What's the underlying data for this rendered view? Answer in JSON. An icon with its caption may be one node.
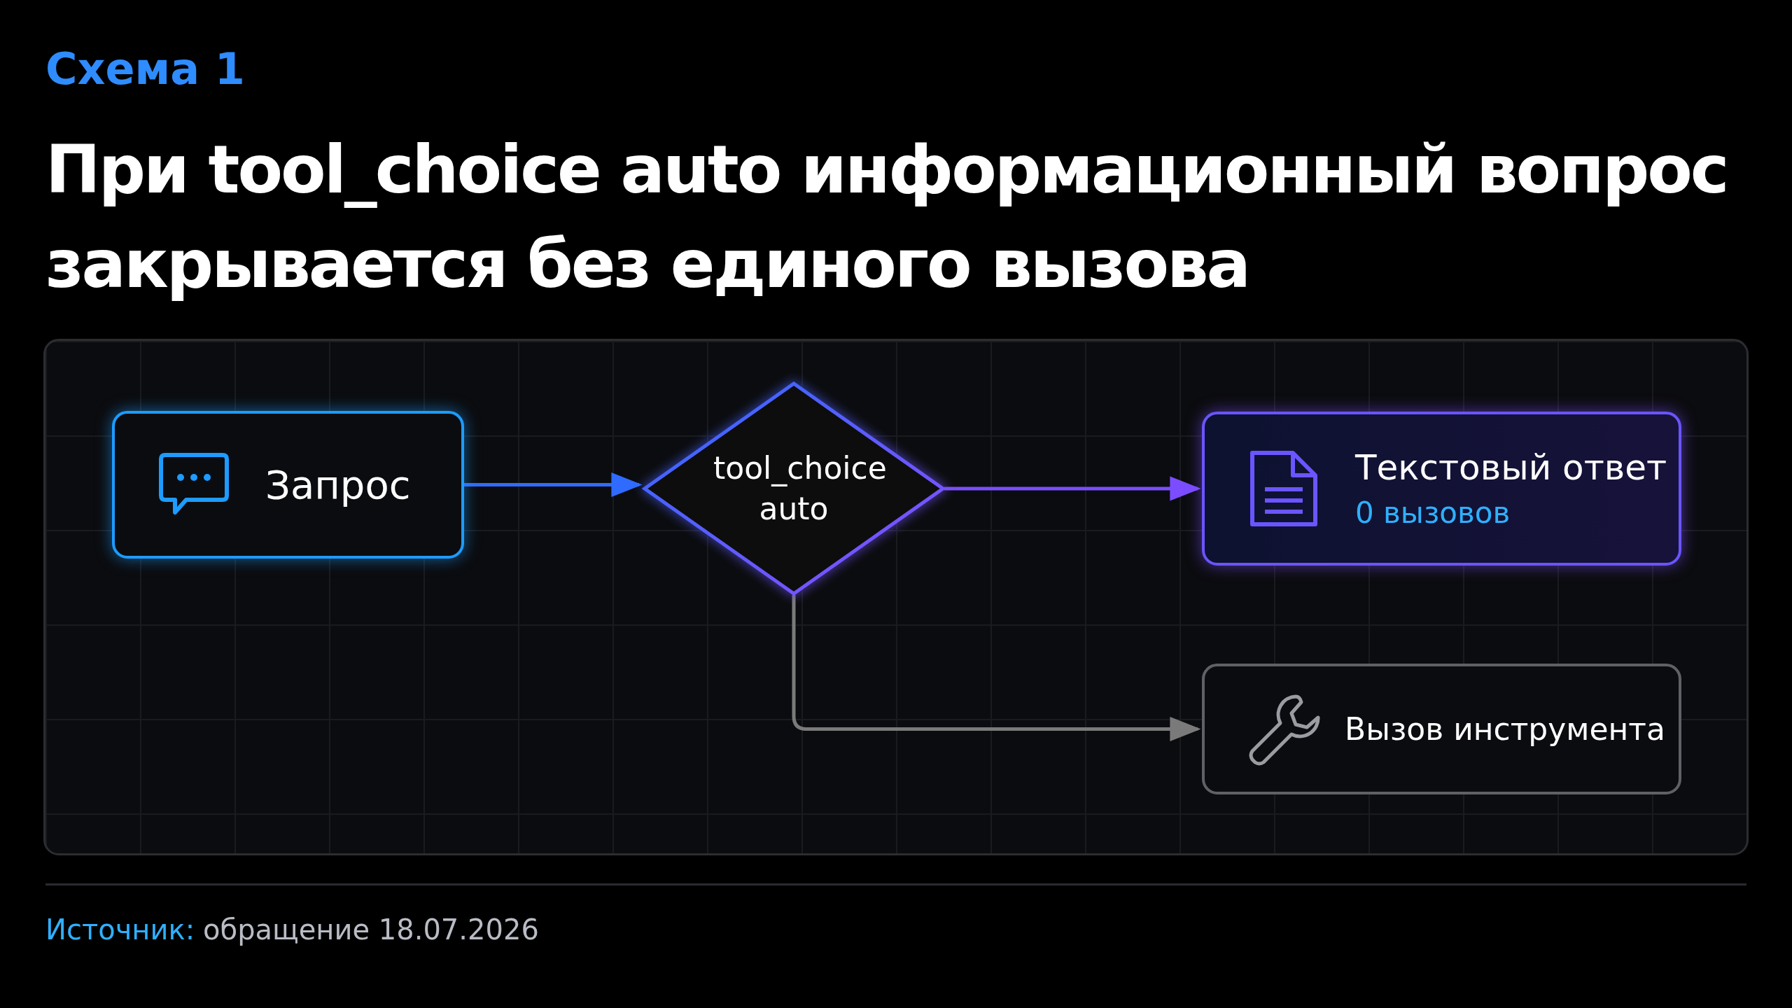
{
  "diagram": {
    "title": "При tool_choice auto информационный вопрос закрывается без единого вызова",
    "nodes": [
      {
        "text": [
          "Запрос"
        ]
      },
      {
        "text": [
          "tool_choice auto"
        ]
      },
      {
        "text": [
          "Текстовый ответ",
          "0 вызовов"
        ]
      },
      {
        "text": [
          "Вызов инструмента"
        ]
      }
    ],
    "edges": [
      {
        "from": 0,
        "to": 1,
        "arrow": "to",
        "color": "#2f6bff"
      },
      {
        "from": 1,
        "to": 2,
        "arrow": "to",
        "color": "#7b4dff"
      },
      {
        "from": 1,
        "to": 3,
        "arrow": "to",
        "color": "#7a7a7a"
      }
    ],
    "labels": [
      "Схема 1",
      "Источник:",
      "обращение 18.07.2026"
    ]
  }
}
